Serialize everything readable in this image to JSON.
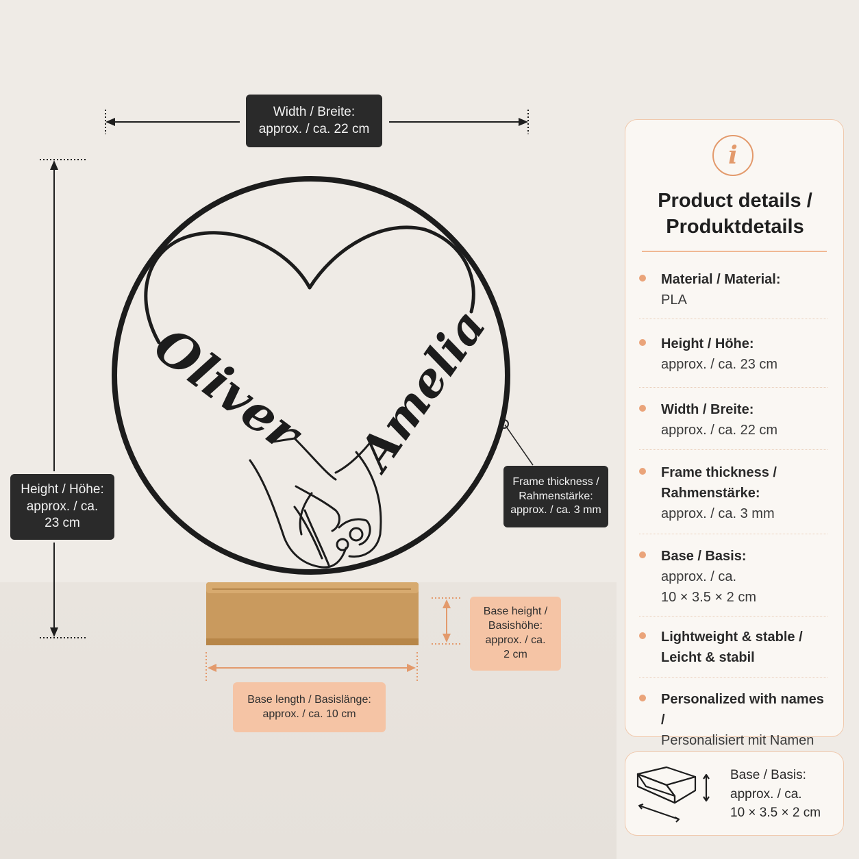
{
  "labels": {
    "width": [
      "Width / Breite:",
      "approx. / ca. 22 cm"
    ],
    "height": [
      "Height / Höhe:",
      "approx. / ca.",
      "23 cm"
    ],
    "frame": [
      "Frame thickness /",
      "Rahmenstärke:",
      "approx. / ca. 3 mm"
    ],
    "base_height": [
      "Base height /",
      "Basishöhe:",
      "approx. / ca.",
      "2 cm"
    ],
    "base_length": [
      "Base length / Basislänge:",
      "approx. / ca. 10 cm"
    ]
  },
  "sculpture": {
    "name_left": "Oliver",
    "name_right": "Amelia"
  },
  "panel": {
    "icon": "info-icon",
    "title": [
      "Product details /",
      "Produktdetails"
    ],
    "specs": [
      {
        "key": "Material / Material:",
        "value": [
          "PLA"
        ]
      },
      {
        "key": "Height / Höhe:",
        "value": [
          "approx. / ca. 23 cm"
        ]
      },
      {
        "key": "Width / Breite:",
        "value": [
          "approx. / ca. 22 cm"
        ]
      },
      {
        "key": "Frame thickness / Rahmenstärke:",
        "value": [
          "approx. / ca. 3 mm"
        ]
      },
      {
        "key": "Base / Basis:",
        "value": [
          "approx. / ca.",
          "10 × 3.5 × 2 cm"
        ]
      },
      {
        "key": "Lightweight & stable / Leicht & stabil",
        "value": []
      },
      {
        "key": "Personalized with names /",
        "value": [
          "Personalisiert mit Namen"
        ]
      }
    ]
  },
  "base_box": {
    "icon": "base-block-icon",
    "lines": [
      "Base / Basis:",
      "approx. / ca.",
      "10 × 3.5 ×  2 cm"
    ]
  },
  "colors": {
    "background": "#efebe6",
    "dark_label": "#2a2a2a",
    "peach_label": "#f5c4a5",
    "accent": "#e39a6c",
    "wood": "#c99a5e"
  }
}
